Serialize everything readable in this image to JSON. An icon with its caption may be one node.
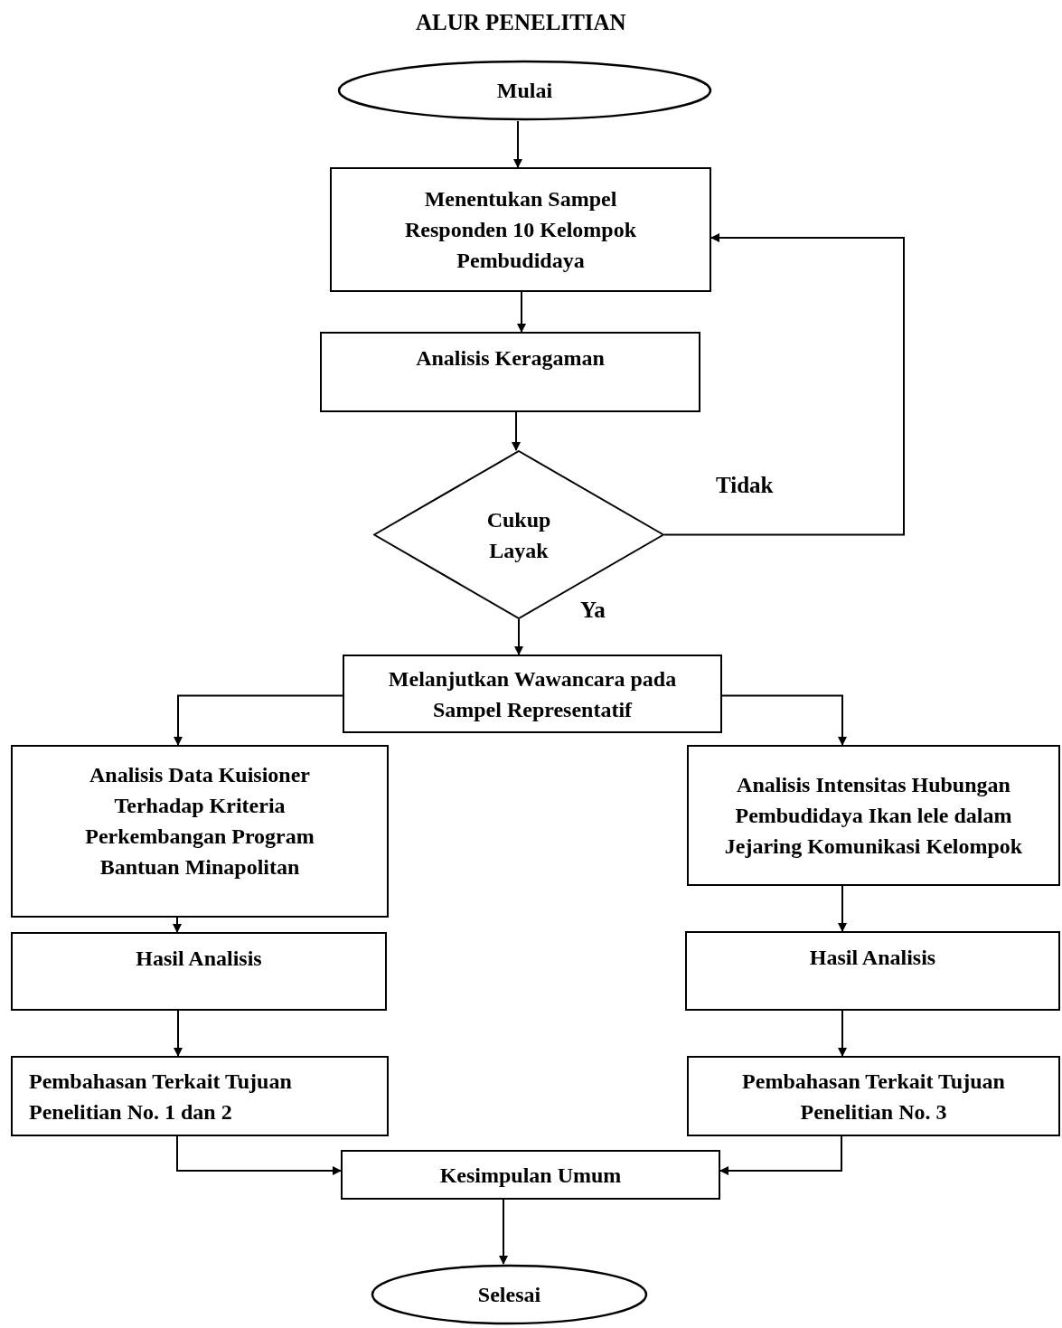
{
  "diagram": {
    "title": "ALUR PENELITIAN",
    "nodes": [
      {
        "text": [
          "Mulai"
        ]
      },
      {
        "text": [
          "Menentukan Sampel Responden 10 Kelompok Pembudidaya"
        ]
      },
      {
        "text": [
          "Analisis Keragaman"
        ]
      },
      {
        "text": [
          "Cukup Layak"
        ]
      },
      {
        "text": [
          "Melanjutkan Wawancara pada Sampel Representatif"
        ]
      },
      {
        "text": [
          "Analisis Data Kuisioner Terhadap Kriteria Perkembangan Program Bantuan Minapolitan"
        ]
      },
      {
        "text": [
          "Analisis Intensitas Hubungan Pembudidaya Ikan lele dalam Jejaring Komunikasi Kelompok"
        ]
      },
      {
        "text": [
          "Hasil Analisis"
        ]
      },
      {
        "text": [
          "Hasil Analisis"
        ]
      },
      {
        "text": [
          "Pembahasan Terkait Tujuan Penelitian No. 1 dan 2"
        ]
      },
      {
        "text": [
          "Pembahasan Terkait Tujuan Penelitian No. 3"
        ]
      },
      {
        "text": [
          "Kesimpulan Umum"
        ]
      },
      {
        "text": [
          "Selesai"
        ]
      }
    ],
    "edges": [
      {
        "from": 0,
        "to": 1,
        "arrow": "to"
      },
      {
        "from": 1,
        "to": 2,
        "arrow": "to"
      },
      {
        "from": 2,
        "to": 3,
        "arrow": "to"
      },
      {
        "from": 3,
        "to": 1,
        "arrow": "to",
        "label": "Tidak"
      },
      {
        "from": 3,
        "to": 4,
        "arrow": "to",
        "label": "Ya"
      },
      {
        "from": 4,
        "to": 5,
        "arrow": "to"
      },
      {
        "from": 4,
        "to": 6,
        "arrow": "to"
      },
      {
        "from": 5,
        "to": 7,
        "arrow": "to"
      },
      {
        "from": 6,
        "to": 8,
        "arrow": "to"
      },
      {
        "from": 7,
        "to": 9,
        "arrow": "to"
      },
      {
        "from": 8,
        "to": 10,
        "arrow": "to"
      },
      {
        "from": 9,
        "to": 11,
        "arrow": "to"
      },
      {
        "from": 10,
        "to": 11,
        "arrow": "to"
      },
      {
        "from": 11,
        "to": 12,
        "arrow": "to"
      }
    ]
  }
}
